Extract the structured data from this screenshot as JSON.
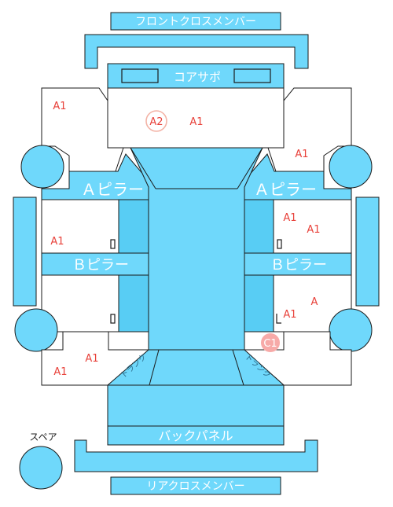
{
  "labels": {
    "front_cross_member": "フロントクロスメンバー",
    "core_support": "コアサポ",
    "a_pillar": "Ａピラー",
    "b_pillar": "Ｂピラー",
    "back_panel": "バックパネル",
    "rear_cross_member": "リアクロスメンバー",
    "spare": "スペア",
    "trunk": "トランク"
  },
  "marks": {
    "hood_left": "A1",
    "hood_center": "A1",
    "hood_ring": "A2",
    "front_right_fender": "A1",
    "front_left_door": "A1",
    "front_right_door_1": "A1",
    "front_right_door_2": "A1",
    "rear_right_door_letter": "A",
    "rear_right_door": "A1",
    "rear_right_ring": "C1",
    "rear_left_upper": "A1",
    "rear_left_lower": "A1"
  },
  "colors": {
    "part_fill": "#6fd8fb",
    "mark_text": "#e8413a",
    "ring_a2": "#f3b3a6",
    "ring_c1": "#f7aaa8"
  }
}
